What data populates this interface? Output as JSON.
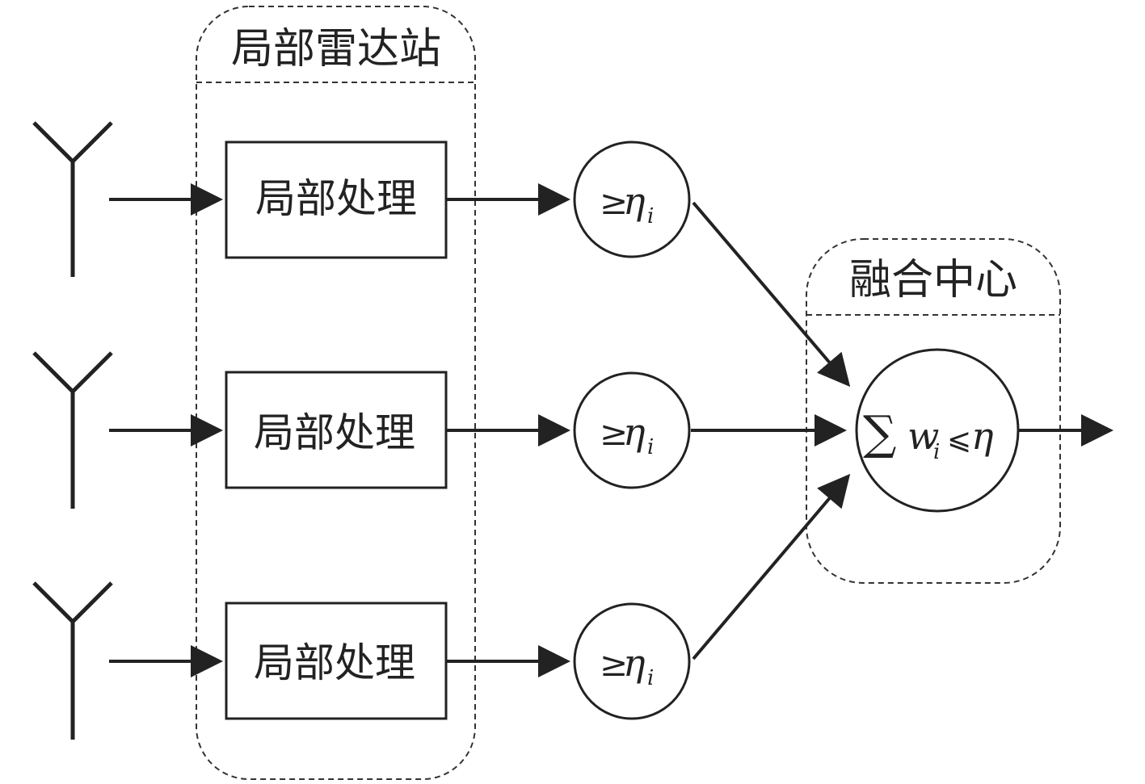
{
  "diagram": {
    "local_station_title": "局部雷达站",
    "fusion_center_title": "融合中心",
    "local_processing_label": "局部处理",
    "threshold": {
      "symbol": "≥",
      "variable": "η",
      "subscript": "i"
    },
    "fusion_rule": {
      "sum_symbol": "∑",
      "weight": "w",
      "subscript": "i",
      "relation": "⩽",
      "threshold": "η"
    },
    "branches": [
      {
        "processing_label": "局部处理"
      },
      {
        "processing_label": "局部处理"
      },
      {
        "processing_label": "局部处理"
      }
    ],
    "colors": {
      "stroke": "#222222",
      "dashed": "#333333",
      "background": "#ffffff"
    }
  }
}
